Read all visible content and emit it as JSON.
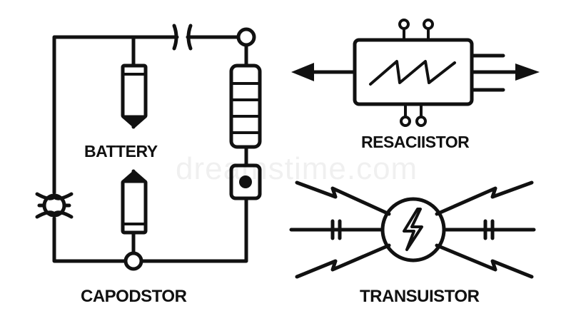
{
  "labels": {
    "battery": "BATTERY",
    "resacistor": "RESACIISTOR",
    "capodstor": "CAPODSTOR",
    "transuistor": "TRANSUISTOR"
  },
  "watermark": "dreamstime.com",
  "colors": {
    "stroke": "#111111",
    "background": "#ffffff"
  }
}
